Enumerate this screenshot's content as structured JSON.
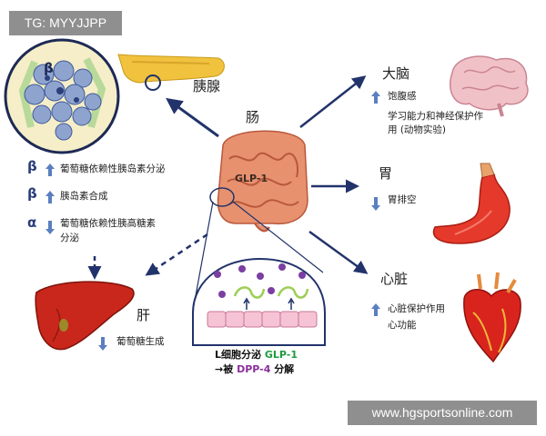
{
  "watermark_top": "TG: MYYJJPP",
  "watermark_bottom": "www.hgsportsonline.com",
  "labels": {
    "pancreas": "胰腺",
    "intestine": "肠",
    "brain": "大脑",
    "stomach": "胃",
    "heart": "心脏",
    "liver": "肝",
    "glp1_center": "GLP-1",
    "beta_cell": "β"
  },
  "left_effects": {
    "beta1": "β",
    "beta1_text": "葡萄糖依赖性胰岛素分泌",
    "beta2": "β",
    "beta2_text": "胰岛素合成",
    "alpha": "α",
    "alpha_text_line1": "葡萄糖依赖性胰高糖素",
    "alpha_text_line2": "分泌"
  },
  "brain_effects": {
    "line1": "饱腹感",
    "line2": "学习能力和神经保护作",
    "line3": "用 (动物实验)"
  },
  "stomach_effects": {
    "line1": "胃排空"
  },
  "heart_effects": {
    "line1": "心脏保护作用",
    "line2": "心功能"
  },
  "liver_effects": {
    "line1": "葡萄糖生成"
  },
  "caption": {
    "part1": "L细胞分泌",
    "glp": "GLP-1",
    "part2": "→被",
    "dpp": "DPP-4",
    "part3": "分解"
  },
  "colors": {
    "arrow_navy": "#22336b",
    "effect_arrow": "#5a7fc0",
    "gut": "#e7916f",
    "liver": "#c9271c",
    "heart": "#d9241d",
    "stomach": "#e53a2b",
    "brain": "#f1c1c8",
    "pancreas": "#f0c23e",
    "l_cell": "#f6c3d4",
    "dot_purple": "#7b3ea1",
    "receptor_green": "#9ccf54"
  }
}
